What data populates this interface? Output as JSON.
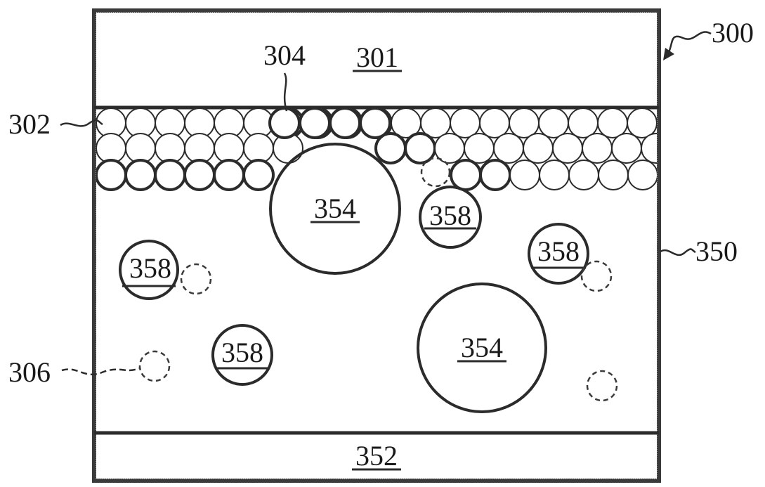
{
  "figure": {
    "ref_device": "300",
    "ref_top_layer": "301",
    "ref_particle_layer": "302",
    "ref_particle": "304",
    "ref_dashed_void": "306",
    "ref_body": "350",
    "ref_bottom_layer": "352",
    "large_circle_labels": [
      "354",
      "354"
    ],
    "small_circle_labels": [
      "358",
      "358",
      "358",
      "358"
    ]
  }
}
